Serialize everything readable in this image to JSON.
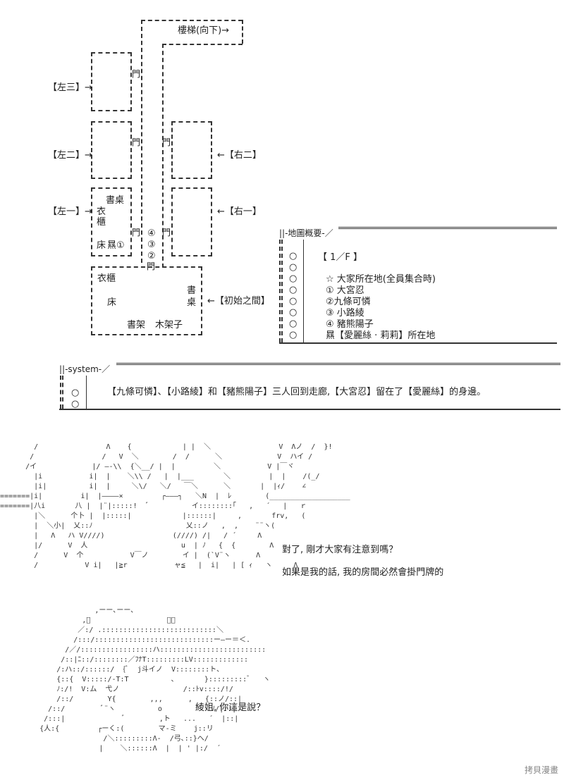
{
  "map": {
    "stairs": "樓梯(向下)→",
    "left3": "【左三】→",
    "left2": "【左二】→",
    "left1": "【左一】→",
    "right2": "←【右二】",
    "right1": "←【右一】",
    "start": "←【初始之間】",
    "door": "門",
    "room_l1": {
      "desk": "書桌",
      "ward1": "衣",
      "ward2": "櫃",
      "bed": "床",
      "person": "㬎①"
    },
    "room_start": {
      "wardrobe": "衣櫃",
      "desk1": "書",
      "desk2": "桌",
      "bed": "床",
      "shelf": "書架",
      "woodshelf": "木架子"
    },
    "markers": [
      "④",
      "③",
      "②"
    ]
  },
  "legend": {
    "title": "||-地圖概要-／",
    "floor": "【 1／F 】",
    "items": [
      "☆ 大家所在地(全員集合時)",
      "① 大宮忍",
      "②九條可憐",
      "③ 小路綾",
      "④ 豬熊陽子",
      "㬎【愛麗絲 · 莉莉】所在地"
    ],
    "circle": "○"
  },
  "system": {
    "title": "||-system-／",
    "circle": "○",
    "text": "【九條可憐】、【小路綾】和【豬熊陽子】三人回到走廊,【大宮忍】留在了【愛麗絲】的身邊。"
  },
  "dialogue": {
    "line1": "對了, 剛才大家有注意到嗎？",
    "line2": "如果是我的話, 我的房間必然會掛門牌的",
    "line3": "綾姐, 你這是說？"
  },
  "watermark": "拷貝漫畫"
}
